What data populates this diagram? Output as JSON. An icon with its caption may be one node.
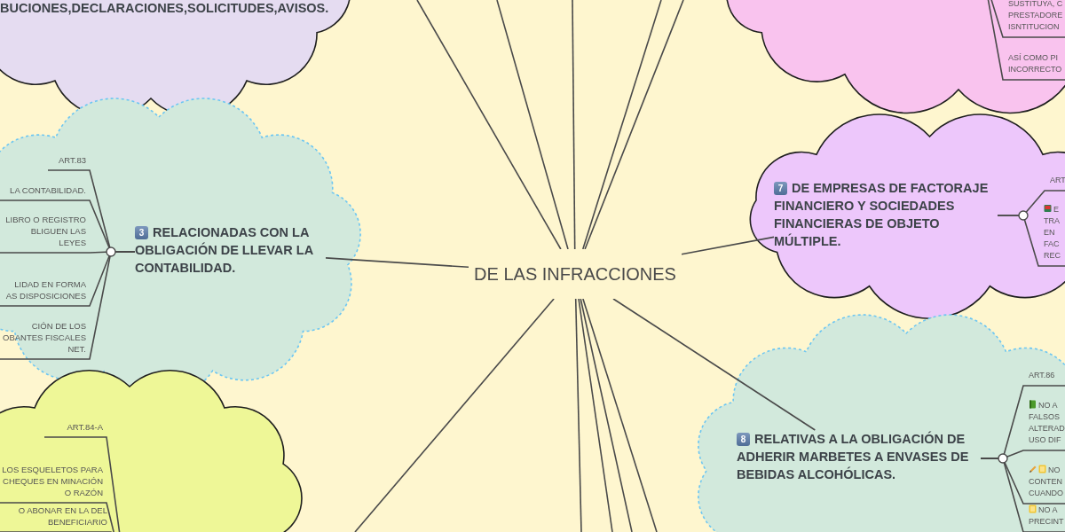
{
  "diagram": {
    "nodes": [
      {
        "text": [
          "DE LAS INFRACCIONES"
        ]
      },
      {
        "text": [],
        "shape": "cloud"
      },
      {
        "text": [
          "BUCIONES,DECLARACIONES,SOLICITUDES,AVISOS."
        ],
        "in": 1
      },
      {
        "text": [],
        "shape": "cloud"
      },
      {
        "text": [
          "3",
          "RELACIONADAS CON LA OBLIGACIÓN DE LLEVAR LA CONTABILIDAD."
        ],
        "in": 3
      },
      {
        "text": [
          "ART.83"
        ],
        "in": 3
      },
      {
        "text": [
          "LA CONTABILIDAD."
        ],
        "in": 3
      },
      {
        "text": [
          "LIBRO O REGISTRO BLIGUEN LAS LEYES"
        ],
        "in": 3
      },
      {
        "text": [
          "LIDAD EN FORMA AS DISPOSICIONES"
        ],
        "in": 3
      },
      {
        "text": [
          "CIÓN DE LOS OBANTES FISCALES NET."
        ],
        "in": 3
      },
      {
        "text": [],
        "shape": "cloud"
      },
      {
        "text": [
          "ART.84-A"
        ],
        "in": 10
      },
      {
        "text": [
          "LOS ESQUELETOS PARA CHEQUES EN MINACIÓN O RAZÓN"
        ],
        "in": 10
      },
      {
        "text": [
          "O ABONAR EN LA DEL BENEFICIARIO"
        ],
        "in": 10
      },
      {
        "text": [],
        "shape": "cloud"
      },
      {
        "text": [
          "SUSTITUYA, C PRESTADORE ISNTITUCION"
        ],
        "in": 14
      },
      {
        "text": [
          "ASÍ COMO PI INCORRECTO"
        ],
        "in": 14
      },
      {
        "text": [],
        "shape": "cloud"
      },
      {
        "text": [
          "7",
          "DE EMPRESAS DE FACTORAJE FINANCIERO Y SOCIEDADES FINANCIERAS DE OBJETO MÚLTIPLE."
        ],
        "in": 17
      },
      {
        "text": [
          "ART"
        ],
        "in": 17
      },
      {
        "text": [
          "E TRA EN FAC REC"
        ],
        "in": 17
      },
      {
        "text": [],
        "shape": "cloud"
      },
      {
        "text": [
          "8",
          "RELATIVAS A LA OBLIGACIÓN DE ADHERIR MARBETES A ENVASES DE BEBIDAS ALCOHÓLICAS."
        ],
        "in": 21
      },
      {
        "text": [
          "ART.86"
        ],
        "in": 21
      },
      {
        "text": [
          "NO A FALSOS ALTERAD USO DIF"
        ],
        "in": 21
      },
      {
        "text": [
          "NO CONTEN CUANDO"
        ],
        "in": 21
      },
      {
        "text": [
          "NO A PRECINT"
        ],
        "in": 21
      }
    ],
    "edges": [
      {
        "from": 0,
        "to": 4,
        "arrow": "none"
      },
      {
        "from": 0,
        "to": 18,
        "arrow": "none"
      },
      {
        "from": 0,
        "to": 22,
        "arrow": "none"
      },
      {
        "from": 0,
        "to": null,
        "arrow": "none"
      },
      {
        "from": 0,
        "to": null,
        "arrow": "none"
      },
      {
        "from": 0,
        "to": null,
        "arrow": "none"
      },
      {
        "from": 0,
        "to": null,
        "arrow": "none"
      },
      {
        "from": 0,
        "to": null,
        "arrow": "none"
      },
      {
        "from": 0,
        "to": null,
        "arrow": "none"
      },
      {
        "from": 0,
        "to": null,
        "arrow": "none"
      },
      {
        "from": 0,
        "to": null,
        "arrow": "none"
      },
      {
        "from": 0,
        "to": null,
        "arrow": "none"
      },
      {
        "from": 0,
        "to": null,
        "arrow": "none"
      },
      {
        "from": 4,
        "to": 5,
        "arrow": "none"
      },
      {
        "from": 4,
        "to": 6,
        "arrow": "none"
      },
      {
        "from": 4,
        "to": 7,
        "arrow": "none"
      },
      {
        "from": 4,
        "to": 8,
        "arrow": "none"
      },
      {
        "from": 4,
        "to": 9,
        "arrow": "none"
      },
      {
        "from": null,
        "to": 11,
        "arrow": "none"
      },
      {
        "from": null,
        "to": 12,
        "arrow": "none"
      },
      {
        "from": null,
        "to": 13,
        "arrow": "none"
      },
      {
        "from": null,
        "to": 15,
        "arrow": "none"
      },
      {
        "from": null,
        "to": 16,
        "arrow": "none"
      },
      {
        "from": 18,
        "to": 19,
        "arrow": "none"
      },
      {
        "from": 18,
        "to": 20,
        "arrow": "none"
      },
      {
        "from": 22,
        "to": 23,
        "arrow": "none"
      },
      {
        "from": 22,
        "to": 24,
        "arrow": "none"
      },
      {
        "from": 22,
        "to": 25,
        "arrow": "none"
      },
      {
        "from": 22,
        "to": 26,
        "arrow": "none"
      }
    ]
  }
}
